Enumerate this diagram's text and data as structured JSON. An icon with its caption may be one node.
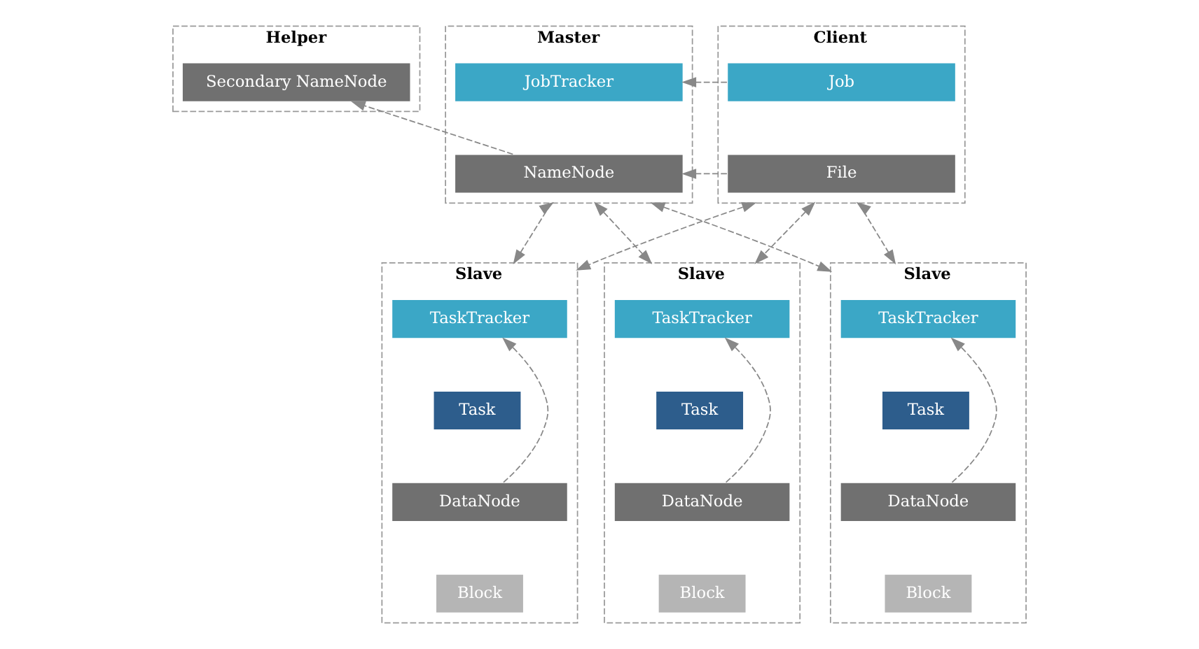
{
  "diagram": {
    "nodes": [
      {
        "text": [
          "Client"
        ]
      },
      {
        "text": [
          "Job"
        ],
        "in": 0
      },
      {
        "text": [
          "File"
        ],
        "in": 0
      },
      {
        "text": [
          "Master"
        ]
      },
      {
        "text": [
          "JobTracker"
        ],
        "in": 3
      },
      {
        "text": [
          "NameNode"
        ],
        "in": 3
      },
      {
        "text": [
          "Helper"
        ]
      },
      {
        "text": [
          "Secondary NameNode"
        ],
        "in": 6
      },
      {
        "text": [
          "Slave"
        ]
      },
      {
        "text": [
          "TaskTracker"
        ],
        "in": 8
      },
      {
        "text": [
          "Task"
        ],
        "in": 8
      },
      {
        "text": [
          "DataNode"
        ],
        "in": 8
      },
      {
        "text": [
          "Block"
        ],
        "in": 8
      },
      {
        "text": [
          "Slave"
        ]
      },
      {
        "text": [
          "TaskTracker"
        ],
        "in": 13
      },
      {
        "text": [
          "Task"
        ],
        "in": 13
      },
      {
        "text": [
          "DataNode"
        ],
        "in": 13
      },
      {
        "text": [
          "Block"
        ],
        "in": 13
      },
      {
        "text": [
          "Slave"
        ]
      },
      {
        "text": [
          "TaskTracker"
        ],
        "in": 18
      },
      {
        "text": [
          "Task"
        ],
        "in": 18
      },
      {
        "text": [
          "DataNode"
        ],
        "in": 18
      },
      {
        "text": [
          "Block"
        ],
        "in": 18
      }
    ],
    "edges": [
      {
        "from": 1,
        "to": 4,
        "arrow": "to",
        "style": "dashed"
      },
      {
        "from": 2,
        "to": 5,
        "arrow": "to",
        "style": "dashed"
      },
      {
        "from": 5,
        "to": 7,
        "arrow": "to",
        "style": "dashed"
      },
      {
        "from": 0,
        "to": 8,
        "arrow": "both",
        "style": "dashed"
      },
      {
        "from": 0,
        "to": 13,
        "arrow": "both",
        "style": "dashed"
      },
      {
        "from": 0,
        "to": 18,
        "arrow": "both",
        "style": "dashed"
      },
      {
        "from": 3,
        "to": 8,
        "arrow": "both",
        "style": "dashed"
      },
      {
        "from": 3,
        "to": 13,
        "arrow": "both",
        "style": "dashed"
      },
      {
        "from": 3,
        "to": 18,
        "arrow": "both",
        "style": "dashed"
      },
      {
        "from": 11,
        "to": 9,
        "arrow": "to",
        "style": "dashed"
      },
      {
        "from": 16,
        "to": 14,
        "arrow": "to",
        "style": "dashed"
      },
      {
        "from": 21,
        "to": 19,
        "arrow": "to",
        "style": "dashed"
      }
    ]
  }
}
